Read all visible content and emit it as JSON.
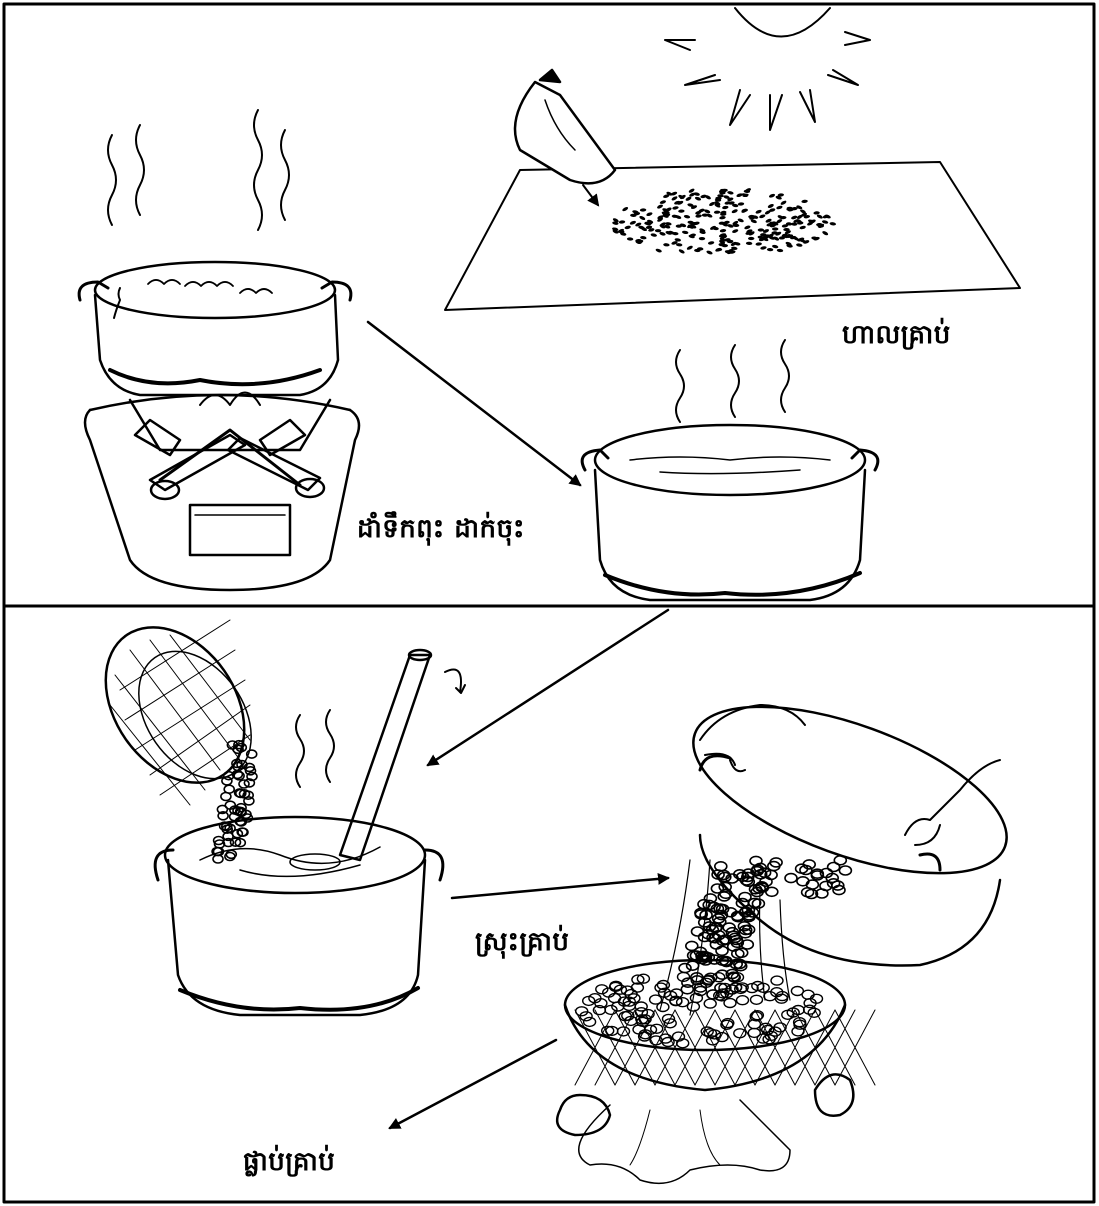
{
  "panels": {
    "top": {
      "labels": {
        "dry_seeds": "ហាលគ្រាប់",
        "boil_water": "ដាំទឹកពុះ ដាក់ចុះ"
      }
    },
    "bottom": {
      "labels": {
        "drain_seeds": "ស្រុះគ្រាប់",
        "germinate_seeds": "ផ្លាប់គ្រាប់"
      }
    }
  },
  "colors": {
    "ink": "#000000",
    "paper": "#ffffff"
  }
}
